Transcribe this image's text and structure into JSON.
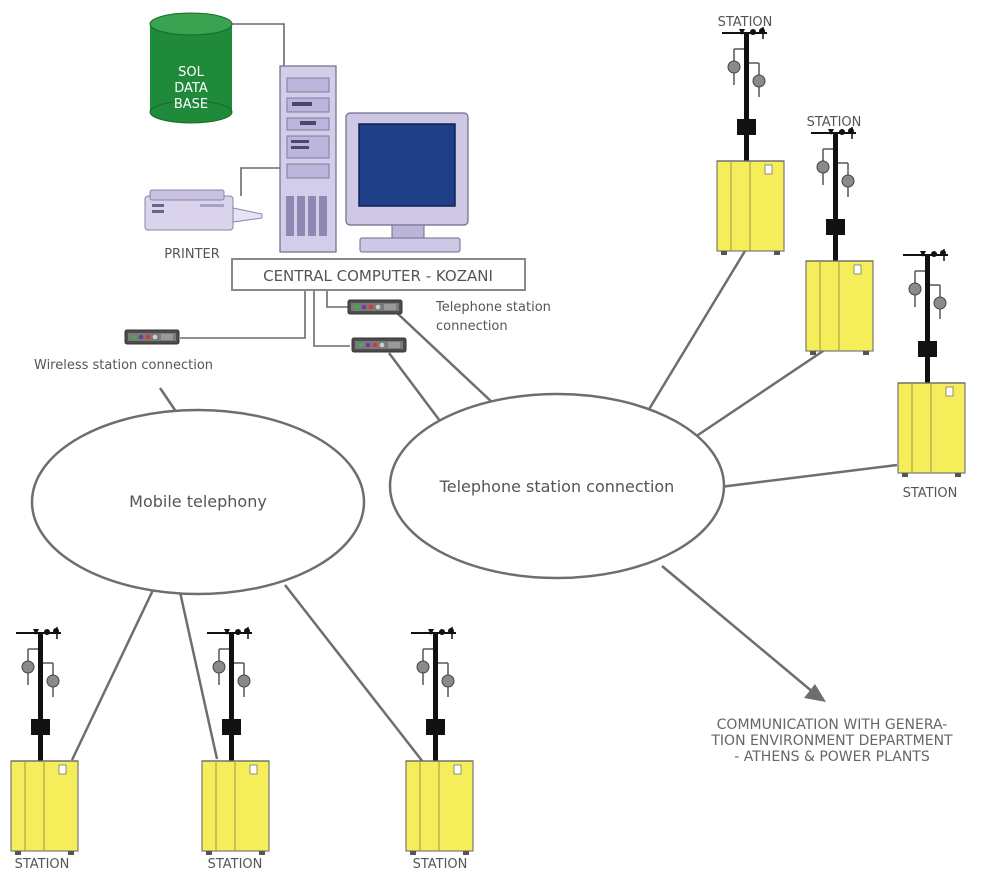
{
  "database": {
    "line1": "SOL",
    "line2": "DATA",
    "line3": "BASE",
    "color": "#1f8a3a"
  },
  "printer": {
    "label": "PRINTER"
  },
  "central_computer": {
    "label": "CENTRAL COMPUTER - KOZANI"
  },
  "telephone_modem": {
    "label_line1": "Telephone station",
    "label_line2": "connection"
  },
  "wireless_modem": {
    "label": "Wireless station connection"
  },
  "networks": {
    "mobile": "Mobile telephony",
    "telephone": "Telephone station connection"
  },
  "stations": {
    "label": "STATION",
    "box_color": "#f5ee5a"
  },
  "communication": {
    "line1": "COMMUNICATION WITH GENERA-",
    "line2": "TION ENVIRONMENT DEPARTMENT",
    "line3": "- ATHENS & POWER PLANTS"
  }
}
